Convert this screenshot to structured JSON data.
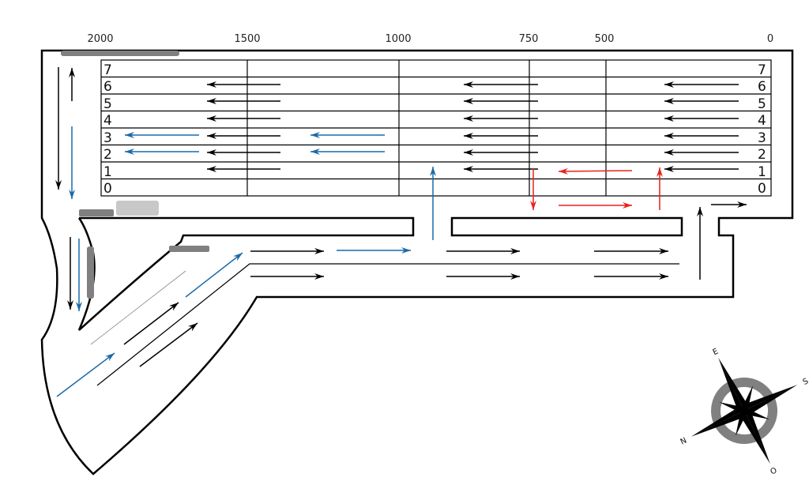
{
  "scale_labels": [
    "2000",
    "1500",
    "1000",
    "750",
    "500",
    "0"
  ],
  "tracks": [
    "7",
    "6",
    "5",
    "4",
    "3",
    "2",
    "1",
    "0"
  ],
  "compass": {
    "north": "N",
    "east": "E",
    "south": "S",
    "west": "O"
  },
  "colors": {
    "black": "#000000",
    "blue": "#1a6aa8",
    "red": "#e8211a",
    "platform": "#808080",
    "platform_light": "#c8c8c8"
  }
}
